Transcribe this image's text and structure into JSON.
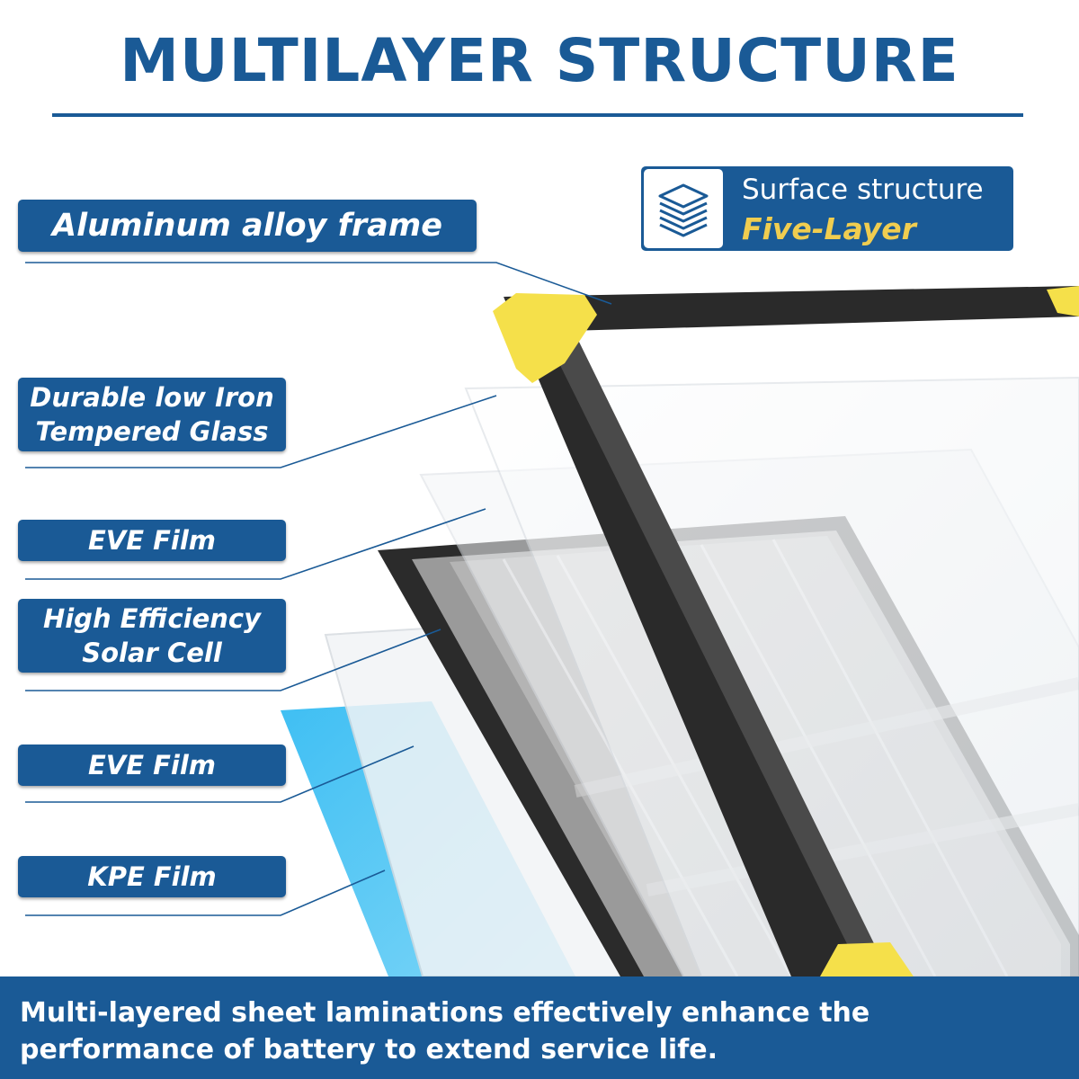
{
  "title": "MULTILAYER STRUCTURE",
  "badge": {
    "icon": "layers-icon",
    "line1": "Surface structure",
    "line2": "Five-Layer",
    "accent_color": "#f0cd50"
  },
  "labels": {
    "frame": "Aluminum alloy frame",
    "glass_line1": "Durable low Iron",
    "glass_line2": "Tempered Glass",
    "eve_film_1": "EVE Film",
    "cell_line1": "High Efficiency",
    "cell_line2": "Solar Cell",
    "eve_film_2": "EVE Film",
    "kpe_film": "KPE Film"
  },
  "footer": {
    "text": "Multi-layered sheet laminations effectively enhance the performance of battery to extend service life."
  },
  "colors": {
    "brand_blue": "#1a5a96",
    "frame_corner_yellow": "#f5e04a",
    "frame_black": "#2a2a2a",
    "kpe_blue": "#4cc4f4"
  }
}
